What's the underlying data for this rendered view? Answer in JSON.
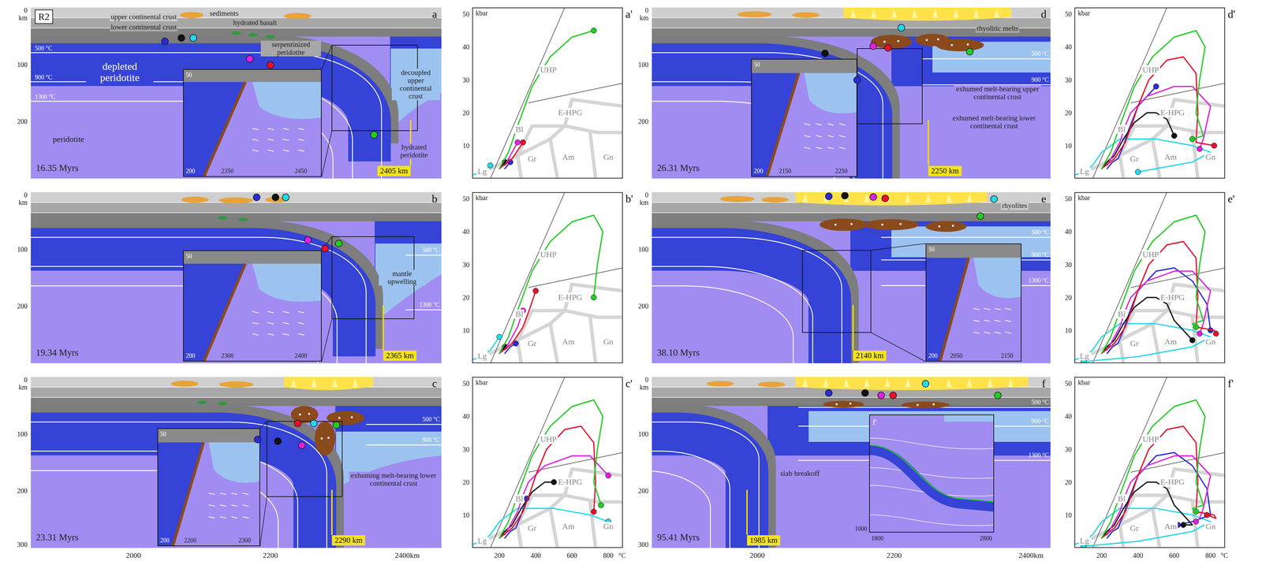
{
  "diagram": {
    "nodes": [
      {
        "text": [
          "R2"
        ]
      },
      {
        "text": [
          "2405 km"
        ]
      },
      {
        "text": [
          "2365 km"
        ]
      },
      {
        "text": [
          "2290 km"
        ]
      },
      {
        "text": [
          "2250 km"
        ]
      },
      {
        "text": [
          "2140 km"
        ]
      },
      {
        "text": [
          "1985 km"
        ]
      }
    ],
    "labels": [
      "0",
      "km",
      "100",
      "200",
      "upper continental crust",
      "lower continental crust",
      "sediments",
      "hydrated basalt",
      "a",
      "500 °C",
      "900 °C",
      "1300 °C",
      "depleted peridotite",
      "50",
      "200",
      "2350",
      "2450",
      "serpentinized peridotite",
      "decoupled upper continental crust",
      "peridotite",
      "hydrated peridotite",
      "16.35 Myrs",
      "a'",
      "50",
      "40",
      "30",
      "20",
      "10",
      "kbar",
      "UHP",
      "E-HPG",
      "Bl",
      "Gr",
      "Am",
      "Gn",
      "Lg",
      "0",
      "km",
      "100",
      "200",
      "b",
      "500 °C",
      "1300 °C",
      "50",
      "200",
      "2300",
      "2400",
      "mantle upwelling",
      "19.34 Myrs",
      "b'",
      "50",
      "40",
      "30",
      "20",
      "10",
      "kbar",
      "UHP",
      "E-HPG",
      "Bl",
      "Gr",
      "Am",
      "Gn",
      "Lg",
      "0",
      "km",
      "100",
      "200",
      "300",
      "c",
      "500 °C",
      "900 °C",
      "50",
      "200",
      "2200",
      "2300",
      "exhuming melt-bearing lower continental crust",
      "23.31 Myrs",
      "2000",
      "2200",
      "2400km",
      "c'",
      "50",
      "40",
      "30",
      "20",
      "10",
      "kbar",
      "UHP",
      "E-HPG",
      "Bl",
      "Gr",
      "Am",
      "Gn",
      "Lg",
      "200",
      "400",
      "600",
      "800",
      "°C",
      "0",
      "km",
      "100",
      "200",
      "d",
      "rhyolitic melts",
      "500 °C",
      "900 °C",
      "50",
      "200",
      "2150",
      "2250",
      "exhumed melt-bearing upper continental crust",
      "exhumed melt-bearing lower continental crust",
      "26.31 Myrs",
      "d'",
      "50",
      "40",
      "30",
      "20",
      "10",
      "kbar",
      "UHP",
      "E-HPG",
      "Bl",
      "Gr",
      "Am",
      "Gn",
      "Lg",
      "0",
      "km",
      "100",
      "200",
      "e",
      "rhyolites",
      "500 °C",
      "900 °C",
      "1300 °C",
      "50",
      "200",
      "2050",
      "2150",
      "38.10 Myrs",
      "e'",
      "50",
      "40",
      "30",
      "20",
      "10",
      "kbar",
      "UHP",
      "E-HPG",
      "Bl",
      "Gr",
      "Am",
      "Gn",
      "Lg",
      "0",
      "km",
      "100",
      "200",
      "300",
      "f",
      "500 °C",
      "900 °C",
      "1300 °C",
      "slab breakoff",
      "f'",
      "1000",
      "1800",
      "2800",
      "95.41 Myrs",
      "2000",
      "2200",
      "2400km",
      "f'",
      "50",
      "40",
      "30",
      "20",
      "10",
      "kbar",
      "UHP",
      "E-HPG",
      "Bl",
      "Gr",
      "Am",
      "Gn",
      "Lg",
      "200",
      "400",
      "600",
      "800",
      "°C"
    ]
  }
}
